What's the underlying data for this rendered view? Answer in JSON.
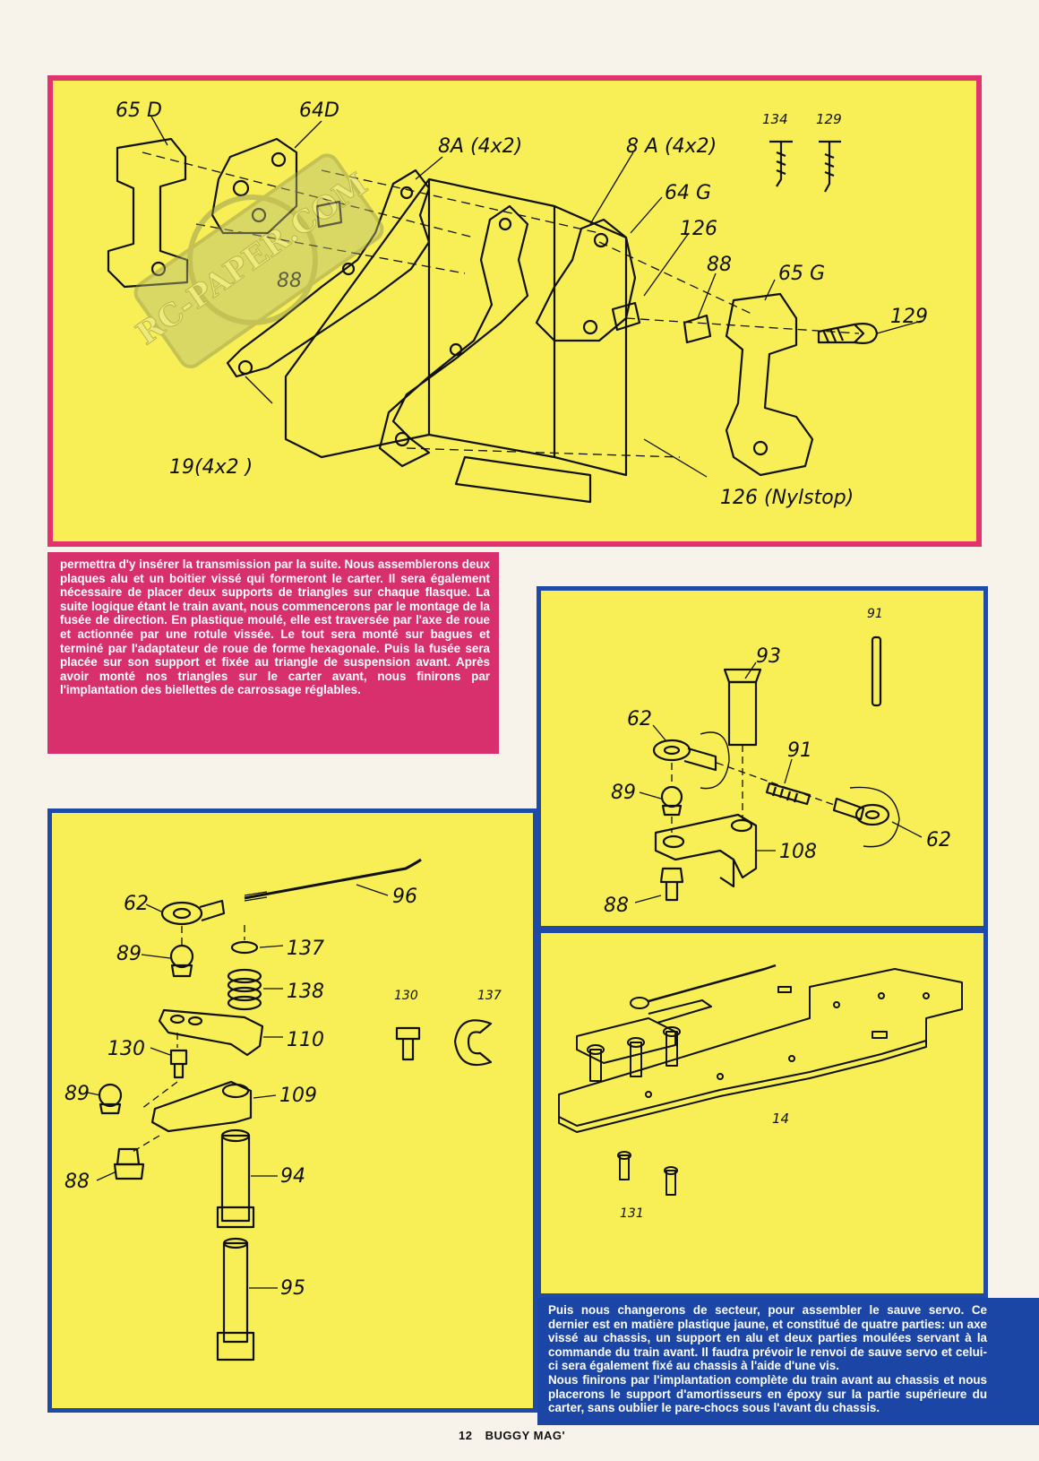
{
  "page": {
    "page_number": "12",
    "magazine": "BUGGY MAG'"
  },
  "watermark": {
    "text": "RC-PAPER.COM"
  },
  "colors": {
    "yellow": "#f7ef55",
    "magenta_border": "#e2336e",
    "blue_border": "#1f4aa8",
    "magenta_box": "#d8306d",
    "blue_box": "#1c46a6"
  },
  "figure_1": {
    "labels": [
      "65 D",
      "64D",
      "8A (4x2)",
      "8 A (4x2)",
      "134",
      "129",
      "64 G",
      "126",
      "88",
      "65 G",
      "129",
      "88",
      "19(4x2 )",
      "126 (Nylstop)"
    ]
  },
  "text_1": {
    "paragraph": "permettra d'y insérer la transmission par la suite. Nous assemblerons deux plaques alu et un boitier vissé qui formeront le carter. Il sera également nécessaire de placer deux supports de triangles sur chaque flasque. La suite logique étant le train avant, nous commencerons par le montage de la fusée de direction. En plastique moulé, elle est traversée par l'axe de roue et actionnée par une rotule vissée. Le tout sera monté sur bagues et terminé par l'adaptateur de roue de forme hexagonale. Puis la fusée sera placée sur son support et fixée au triangle de suspension avant. Après avoir monté nos triangles sur le carter avant, nous finirons par l'implantation des biellettes de carrossage réglables."
  },
  "figure_2": {
    "labels": [
      "91",
      "93",
      "62",
      "91",
      "89",
      "108",
      "62",
      "88"
    ]
  },
  "figure_3": {
    "labels": [
      "62",
      "96",
      "89",
      "137",
      "138",
      "130",
      "110",
      "89",
      "109",
      "88",
      "94",
      "95",
      "130",
      "137"
    ]
  },
  "figure_4": {
    "labels": [
      "14",
      "131"
    ]
  },
  "text_2": {
    "paragraph_1": "Puis nous changerons de secteur, pour assembler le sauve servo. Ce dernier est en matière plastique jaune, et constitué de quatre parties: un axe vissé au chassis, un support en alu et deux parties moulées servant à la commande du train avant. Il faudra prévoir le renvoi de sauve servo et celui-ci sera également fixé au chassis à l'aide d'une vis.",
    "paragraph_2": "Nous finirons par l'implantation complète du train avant au chassis et nous placerons le support d'amortisseurs en époxy sur la partie supérieure du carter, sans oublier le pare-chocs sous l'avant du chassis."
  }
}
